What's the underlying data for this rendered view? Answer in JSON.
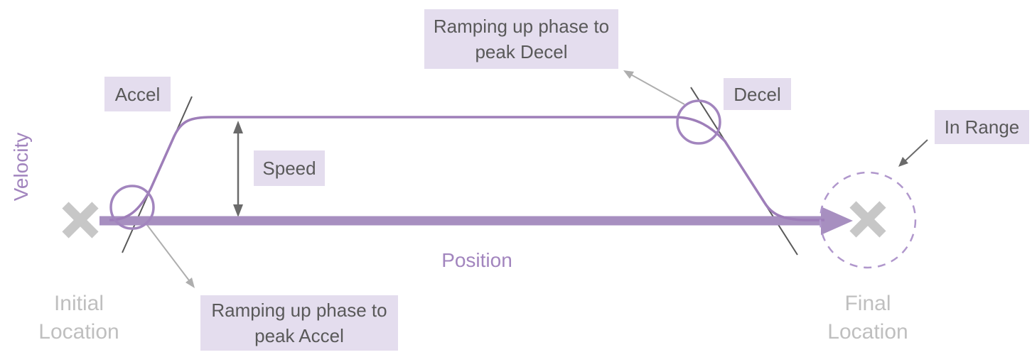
{
  "diagram": {
    "axis": {
      "y_label": "Velocity",
      "x_label": "Position"
    },
    "endpoints": {
      "initial": "Initial Location",
      "final": "Final Location"
    },
    "labels": {
      "accel": "Accel",
      "decel": "Decel",
      "speed": "Speed",
      "ramp_decel": "Ramping up phase to peak Decel",
      "ramp_accel": "Ramping up phase to peak Accel",
      "in_range": "In Range"
    },
    "colors": {
      "curve_purple": "#9E7EB9",
      "bar_purple": "#A78FC0",
      "label_bg": "#E4DDEE",
      "label_text": "#595959",
      "axis_text": "#A285BE",
      "muted_text": "#BFBFBF",
      "x_marker_gray": "#C7C7C7",
      "tangent_line": "#595959",
      "arrow_dark": "#6A6A6A",
      "arrow_light": "#AEAEAE",
      "dashed_circle": "#B097CC"
    }
  }
}
